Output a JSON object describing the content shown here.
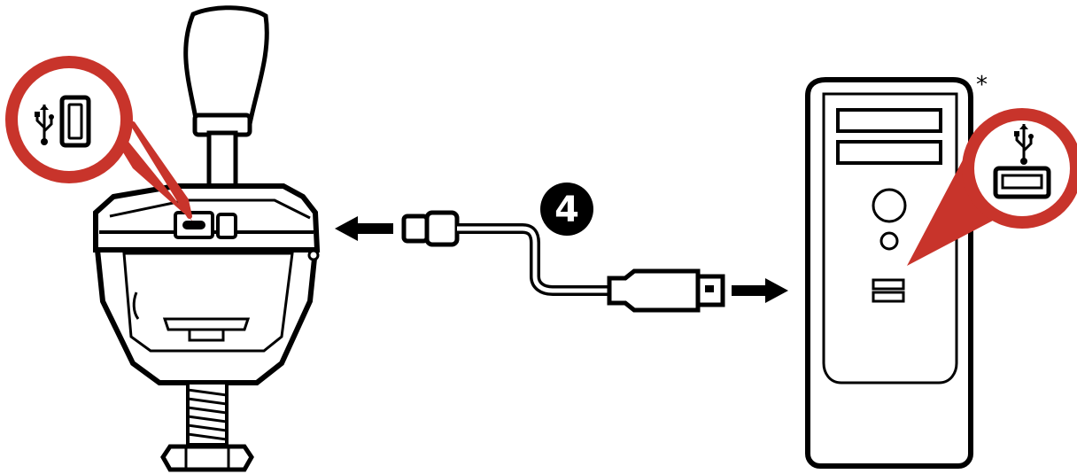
{
  "diagram": {
    "step_number": "4",
    "footnote_marker": "*",
    "accent_color": "#c8342b",
    "ink_color": "#000000",
    "nodes": [
      {
        "id": "shifter",
        "kind": "gear-shifter",
        "port": "usb-c"
      },
      {
        "id": "computer",
        "kind": "desktop-tower",
        "port": "usb-a"
      }
    ],
    "connection": {
      "from": "computer",
      "to": "shifter",
      "cable": "usb-a-to-usb-c"
    },
    "callouts": [
      {
        "target": "shifter",
        "icons": [
          "usb-symbol-icon",
          "usb-c-port-icon"
        ]
      },
      {
        "target": "computer",
        "icons": [
          "usb-symbol-icon",
          "usb-a-port-icon"
        ]
      }
    ]
  }
}
